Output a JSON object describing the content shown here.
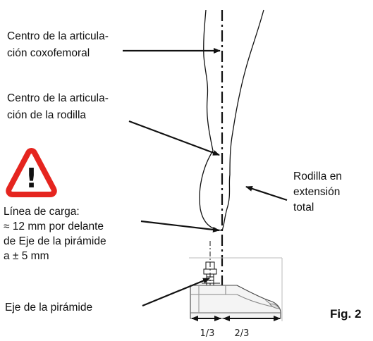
{
  "labels": {
    "hip_line1": "Centro de la articula-",
    "hip_line2": "ción coxofemoral",
    "knee_line1": "Centro de la articula-",
    "knee_line2": "ción de la rodilla",
    "load_line1": "Línea de carga:",
    "load_line2": "≈ 12 mm por delante",
    "load_line3": "de Eje de la pirámide",
    "load_line4": "a ± 5 mm",
    "pyramid_axis": "Eje de la pirámide",
    "knee_ext_line1": "Rodilla en",
    "knee_ext_line2": "extensión",
    "knee_ext_line3": "total",
    "fig": "Fig. 2",
    "third_left": "1/3",
    "third_right": "2/3"
  },
  "warning_icon": {
    "name": "warning-triangle-icon",
    "color": "#e5251f",
    "symbol": "!"
  },
  "colors": {
    "stroke": "#111111",
    "warning": "#e5251f"
  }
}
